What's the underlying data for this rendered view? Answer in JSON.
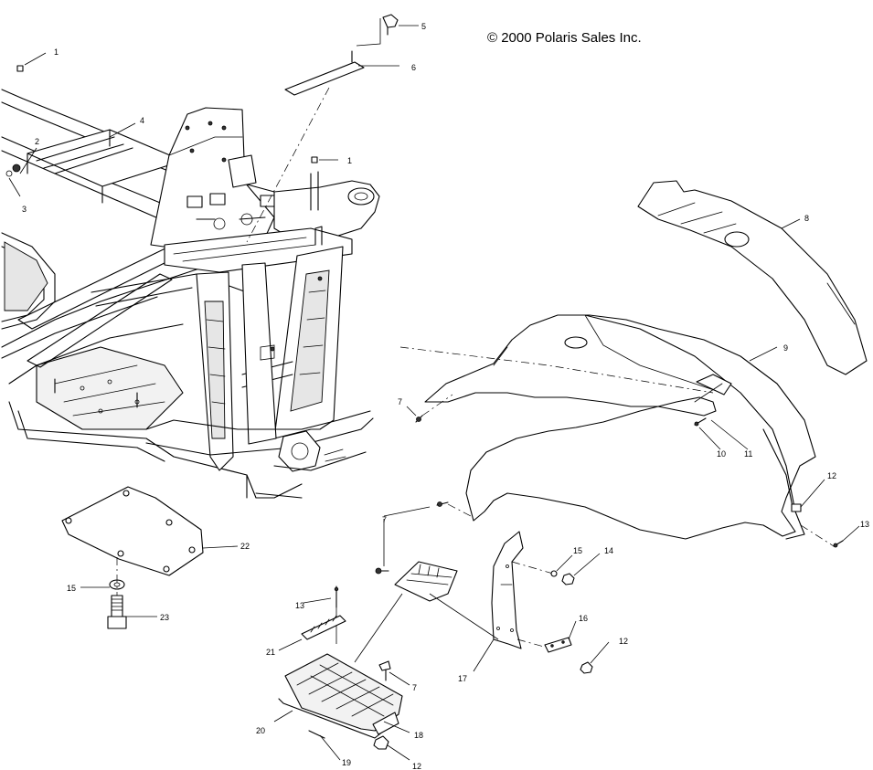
{
  "copyright": "© 2000 Polaris Sales Inc.",
  "callouts": [
    {
      "id": "c-1a",
      "text": "1"
    },
    {
      "id": "c-1b",
      "text": "1"
    },
    {
      "id": "c-2",
      "text": "2"
    },
    {
      "id": "c-3",
      "text": "3"
    },
    {
      "id": "c-4",
      "text": "4"
    },
    {
      "id": "c-5",
      "text": "5"
    },
    {
      "id": "c-6",
      "text": "6"
    },
    {
      "id": "c-7a",
      "text": "7"
    },
    {
      "id": "c-7b",
      "text": "7"
    },
    {
      "id": "c-7c",
      "text": "7"
    },
    {
      "id": "c-8",
      "text": "8"
    },
    {
      "id": "c-9",
      "text": "9"
    },
    {
      "id": "c-10",
      "text": "10"
    },
    {
      "id": "c-11",
      "text": "11"
    },
    {
      "id": "c-12a",
      "text": "12"
    },
    {
      "id": "c-12b",
      "text": "12"
    },
    {
      "id": "c-12c",
      "text": "12"
    },
    {
      "id": "c-13a",
      "text": "13"
    },
    {
      "id": "c-13b",
      "text": "13"
    },
    {
      "id": "c-14",
      "text": "14"
    },
    {
      "id": "c-15a",
      "text": "15"
    },
    {
      "id": "c-15b",
      "text": "15"
    },
    {
      "id": "c-16",
      "text": "16"
    },
    {
      "id": "c-17",
      "text": "17"
    },
    {
      "id": "c-18",
      "text": "18"
    },
    {
      "id": "c-19",
      "text": "19"
    },
    {
      "id": "c-20",
      "text": "20"
    },
    {
      "id": "c-21",
      "text": "21"
    },
    {
      "id": "c-22",
      "text": "22"
    },
    {
      "id": "c-23",
      "text": "23"
    }
  ]
}
